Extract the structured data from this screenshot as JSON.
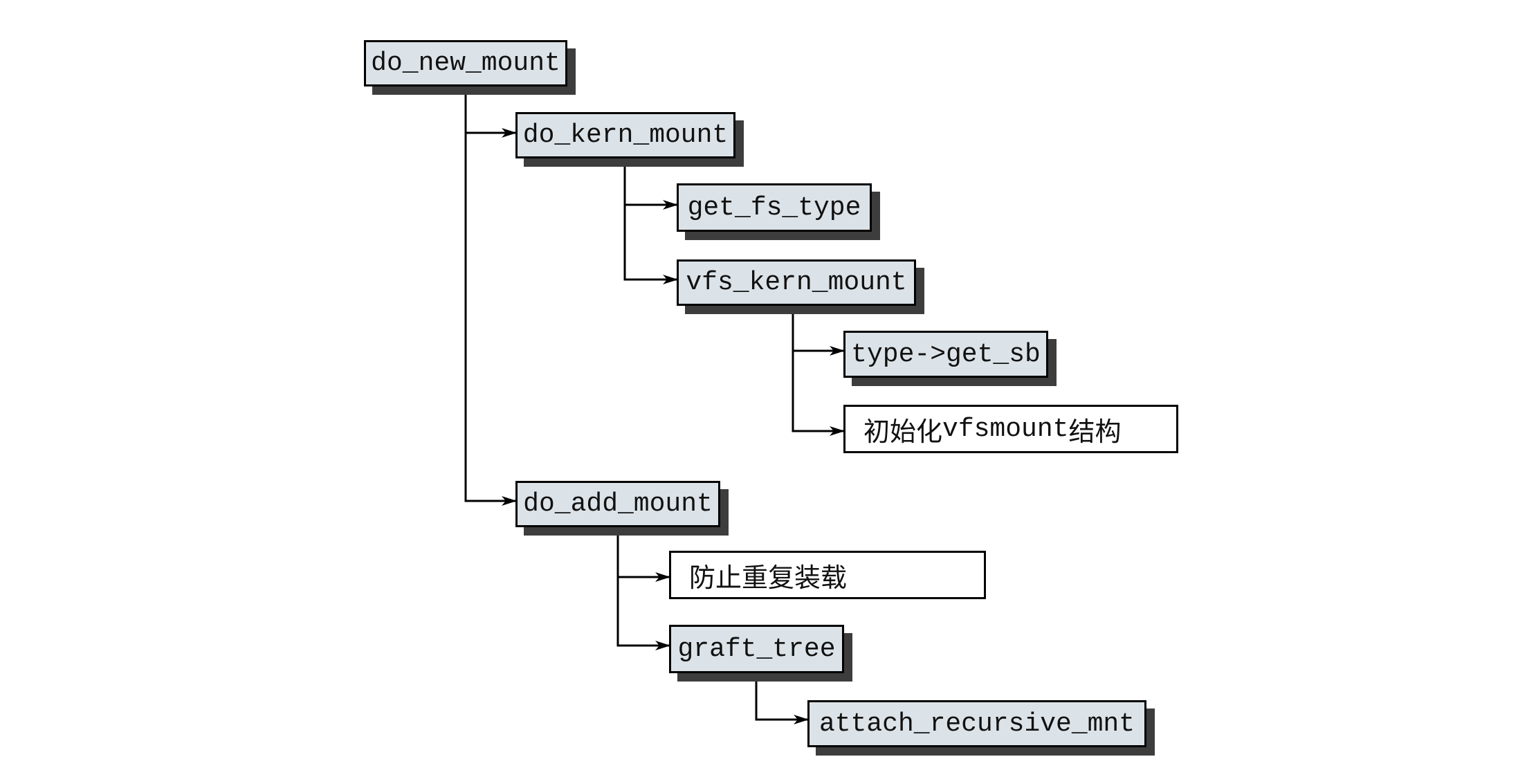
{
  "diagram": {
    "nodes": [
      {
        "id": "do_new_mount",
        "label": "do_new_mount",
        "kind": "function"
      },
      {
        "id": "do_kern_mount",
        "label": "do_kern_mount",
        "kind": "function"
      },
      {
        "id": "get_fs_type",
        "label": "get_fs_type",
        "kind": "function"
      },
      {
        "id": "vfs_kern_mount",
        "label": "vfs_kern_mount",
        "kind": "function"
      },
      {
        "id": "type_get_sb",
        "label": "type->get_sb",
        "kind": "function"
      },
      {
        "id": "init_vfsmount",
        "label_parts": [
          "初始化",
          "vfsmount",
          "结构"
        ],
        "kind": "step"
      },
      {
        "id": "do_add_mount",
        "label": "do_add_mount",
        "kind": "function"
      },
      {
        "id": "prevent_dup",
        "label": "防止重复装载",
        "kind": "step"
      },
      {
        "id": "graft_tree",
        "label": "graft_tree",
        "kind": "function"
      },
      {
        "id": "attach_recursive_mnt",
        "label": "attach_recursive_mnt",
        "kind": "function"
      }
    ],
    "edges": [
      {
        "from": "do_new_mount",
        "to": "do_kern_mount"
      },
      {
        "from": "do_new_mount",
        "to": "do_add_mount"
      },
      {
        "from": "do_kern_mount",
        "to": "get_fs_type"
      },
      {
        "from": "do_kern_mount",
        "to": "vfs_kern_mount"
      },
      {
        "from": "vfs_kern_mount",
        "to": "type_get_sb"
      },
      {
        "from": "vfs_kern_mount",
        "to": "init_vfsmount"
      },
      {
        "from": "do_add_mount",
        "to": "prevent_dup"
      },
      {
        "from": "do_add_mount",
        "to": "graft_tree"
      },
      {
        "from": "graft_tree",
        "to": "attach_recursive_mnt"
      }
    ],
    "colors": {
      "function_fill": "#dce3e8",
      "shadow": "#3d3d3d",
      "line": "#000000"
    }
  }
}
